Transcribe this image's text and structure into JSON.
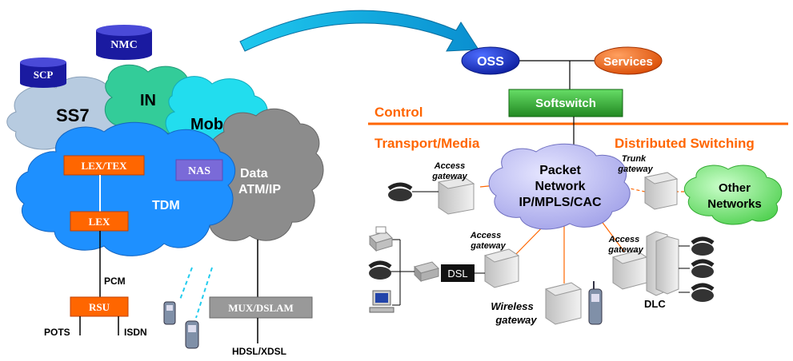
{
  "left": {
    "nmc": "NMC",
    "scp": "SCP",
    "ss7": "SS7",
    "in": "IN",
    "mob": "Mob",
    "tdm": "TDM",
    "data_line1": "Data",
    "data_line2": "ATM/IP",
    "lex_tex": "LEX/TEX",
    "lex": "LEX",
    "nas": "NAS",
    "pcm": "PCM",
    "rsu": "RSU",
    "pots": "POTS",
    "isdn": "ISDN",
    "mux_dslam": "MUX/DSLAM",
    "hdsl": "HDSL/XDSL"
  },
  "right": {
    "oss": "OSS",
    "services": "Services",
    "softswitch": "Softswitch",
    "control": "Control",
    "transport": "Transport/Media",
    "distributed": "Distributed Switching",
    "packet_line1": "Packet",
    "packet_line2": "Network",
    "packet_line3": "IP/MPLS/CAC",
    "other_line1": "Other",
    "other_line2": "Networks",
    "access_gw_1a": "Access",
    "access_gw_1b": "gateway",
    "trunk_gw_a": "Trunk",
    "trunk_gw_b": "gateway",
    "access_gw_2a": "Access",
    "access_gw_2b": "gateway",
    "access_gw_3a": "Access",
    "access_gw_3b": "gateway",
    "dsl": "DSL",
    "wireless_a": "Wireless",
    "wireless_b": "gateway",
    "dlc": "DLC"
  },
  "colors": {
    "orange": "#ff6600",
    "blue_cloud": "#1e90ff",
    "cyan_cloud": "#00e5ee",
    "teal_cloud": "#33cc99",
    "gray_cloud": "#888888",
    "ss7_cloud": "#b0c4de",
    "navy": "#1a1aa0",
    "green_box": "#33aa33",
    "lavender": "#b8b8f0",
    "other_green": "#66ee66"
  }
}
